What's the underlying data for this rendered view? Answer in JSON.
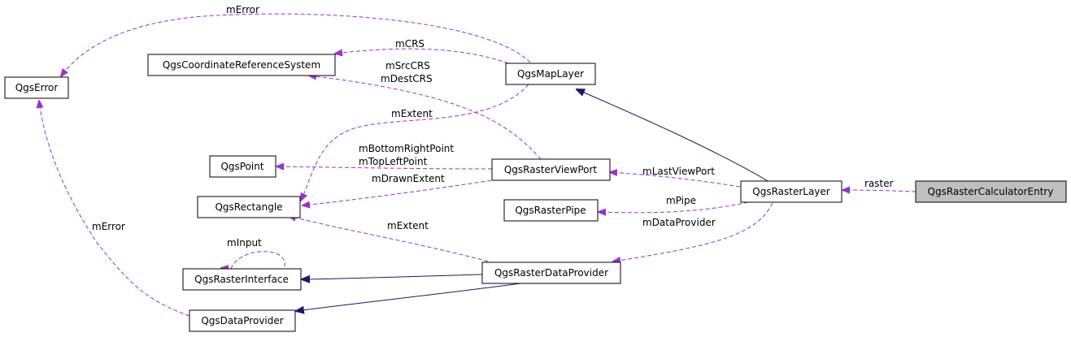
{
  "nodes": {
    "qgs_error": "QgsError",
    "qgs_crs": "QgsCoordinateReferenceSystem",
    "qgs_map_layer": "QgsMapLayer",
    "qgs_point": "QgsPoint",
    "qgs_raster_view_port": "QgsRasterViewPort",
    "qgs_rectangle": "QgsRectangle",
    "qgs_raster_pipe": "QgsRasterPipe",
    "qgs_raster_layer": "QgsRasterLayer",
    "qgs_raster_calc_entry": "QgsRasterCalculatorEntry",
    "qgs_raster_interface": "QgsRasterInterface",
    "qgs_raster_data_provider": "QgsRasterDataProvider",
    "qgs_data_provider": "QgsDataProvider"
  },
  "edge_labels": {
    "maplayer_error": "mError",
    "maplayer_crs": "mCRS",
    "viewport_crs_1": "mSrcCRS",
    "viewport_crs_2": "mDestCRS",
    "maplayer_rect": "mExtent",
    "viewport_point_1": "mBottomRightPoint",
    "viewport_point_2": "mTopLeftPoint",
    "viewport_rect": "mDrawnExtent",
    "layer_viewport": "mLastViewPort",
    "layer_pipe": "mPipe",
    "layer_provider": "mDataProvider",
    "entry_layer": "raster",
    "provider_rect": "mExtent",
    "interface_self": "mInput",
    "dataprovider_error": "mError"
  }
}
